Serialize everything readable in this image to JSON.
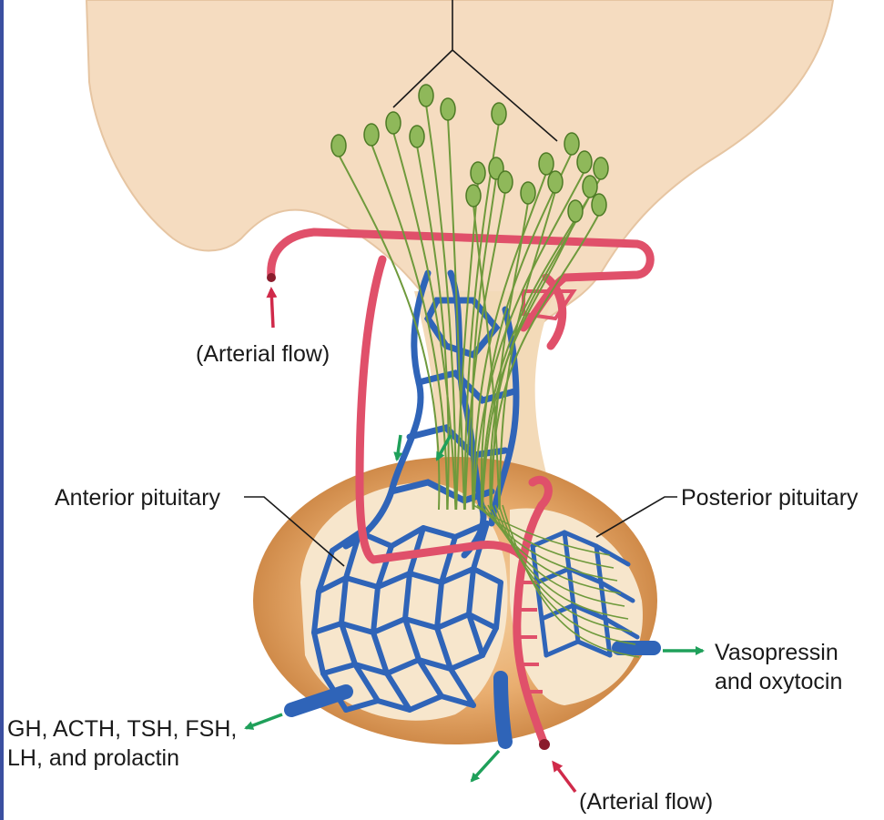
{
  "labels": {
    "arterial_flow_top": "(Arterial flow)",
    "anterior_pituitary": "Anterior pituitary",
    "posterior_pituitary": "Posterior pituitary",
    "vasopressin_line1": "Vasopressin",
    "vasopressin_line2": "and oxytocin",
    "anterior_hormones_line1": "GH, ACTH, TSH, FSH,",
    "anterior_hormones_line2": "LH, and prolactin",
    "arterial_flow_bottom": "(Arterial flow)"
  },
  "colors": {
    "hypothalamus": "#f5dcc0",
    "gland_outer": "#e3a062",
    "gland_inner": "#f7e6cc",
    "vein": "#2f64b8",
    "artery": "#e0506a",
    "neuron": "#6f9a3c",
    "flow_arrow_green": "#1fa05a",
    "flow_arrow_red": "#d02a4a",
    "leader_line": "#1a1a1a"
  },
  "icons": [
    "neuron-cell-body-icon",
    "arrow-icon"
  ]
}
